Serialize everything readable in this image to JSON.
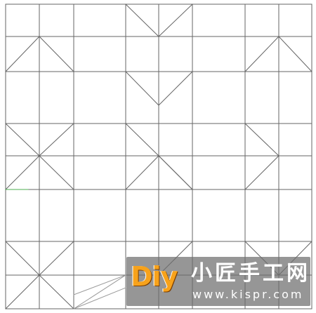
{
  "diagram": {
    "kind": "origami crease pattern",
    "line_color": "#666666",
    "background_color": "#ffffff"
  },
  "watermark": {
    "logo_text": "Diy",
    "title": "小匠手工网",
    "url": "www.kispr.com",
    "logo_color": "#f7a21b",
    "background": "#6e6e6e"
  }
}
